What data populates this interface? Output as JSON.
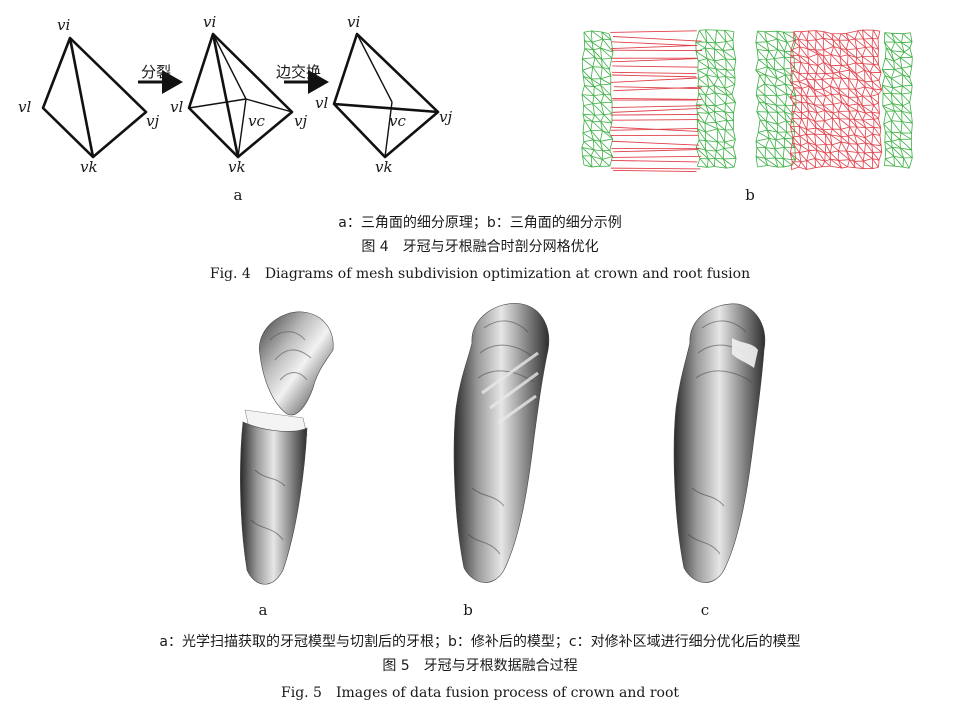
{
  "fig4": {
    "diagram": {
      "nodes": [
        "vi",
        "vl",
        "vj",
        "vk",
        "vc"
      ],
      "op1": "分裂",
      "op2": "边交换"
    },
    "panel_a": "a",
    "panel_b": "b",
    "caption_sub": "a：三角面的细分原理；b：三角面的细分示例",
    "caption_cn": "图 4　牙冠与牙根融合时剖分网格优化",
    "caption_en": "Fig. 4　Diagrams of mesh subdivision optimization at crown and root fusion",
    "colors": {
      "mesh_green": "#3cb043",
      "mesh_red": "#e0404a"
    }
  },
  "fig5": {
    "panel_a": "a",
    "panel_b": "b",
    "panel_c": "c",
    "caption_sub": "a：光学扫描获取的牙冠模型与切割后的牙根；b：修补后的模型；c：对修补区域进行细分优化后的模型",
    "caption_cn": "图 5　牙冠与牙根数据融合过程",
    "caption_en": "Fig. 5　Images of data fusion process of crown and root"
  }
}
